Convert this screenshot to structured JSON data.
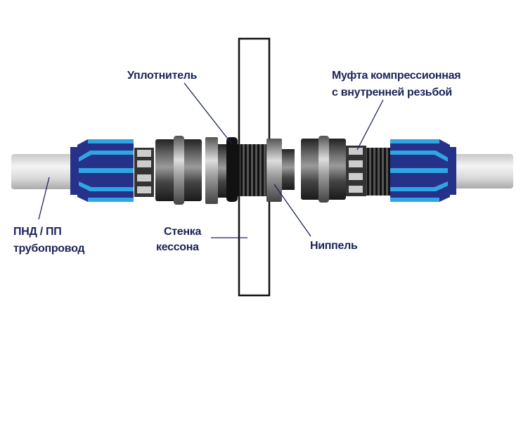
{
  "labels": {
    "seal": "Уплотнитель",
    "coupling_line1": "Муфта компрессионная",
    "coupling_line2": "с внутренней резьбой",
    "pipe_line1": "ПНД / ПП",
    "pipe_line2": "трубопровод",
    "wall_line1": "Стенка",
    "wall_line2": "кессона",
    "nipple": "Ниппель"
  },
  "colors": {
    "blue_dark": "#26318a",
    "blue_light": "#2fa5e3",
    "label": "#1c2357"
  }
}
